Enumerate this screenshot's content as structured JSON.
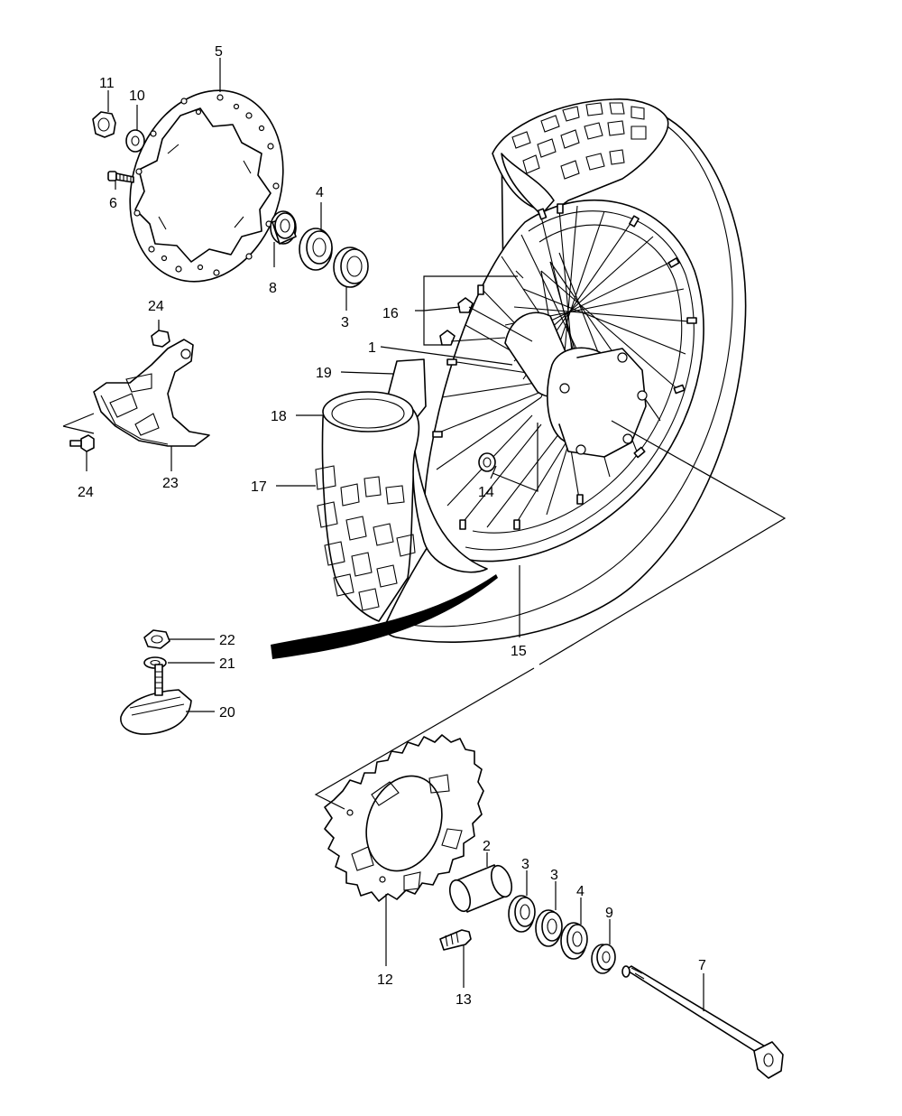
{
  "labels": {
    "p1": "1",
    "p2": "2",
    "p3a": "3",
    "p3b": "3",
    "p3c": "3",
    "p4a": "4",
    "p4b": "4",
    "p5": "5",
    "p6": "6",
    "p7": "7",
    "p8": "8",
    "p9": "9",
    "p10": "10",
    "p11": "11",
    "p12": "12",
    "p13": "13",
    "p14": "14",
    "p15": "15",
    "p16": "16",
    "p17": "17",
    "p18": "18",
    "p19": "19",
    "p20": "20",
    "p21": "21",
    "p22": "22",
    "p23": "23",
    "p24a": "24",
    "p24b": "24"
  }
}
